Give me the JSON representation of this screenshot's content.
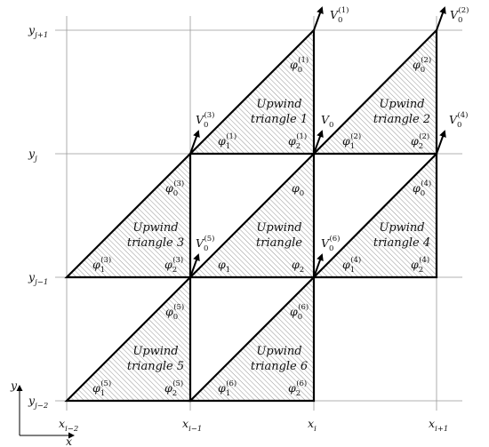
{
  "axes": {
    "x_label": "x",
    "y_label": "y",
    "x_ticks": [
      {
        "base": "x",
        "sub": "i−2"
      },
      {
        "base": "x",
        "sub": "i−1"
      },
      {
        "base": "x",
        "sub": "i"
      },
      {
        "base": "x",
        "sub": "i+1"
      }
    ],
    "y_ticks": [
      {
        "base": "y",
        "sub": "j−2"
      },
      {
        "base": "y",
        "sub": "j−1"
      },
      {
        "base": "y",
        "sub": "j"
      },
      {
        "base": "y",
        "sub": "j+1"
      }
    ]
  },
  "triangles": [
    {
      "id": "1",
      "line1": "Upwind",
      "line2": "triangle 1"
    },
    {
      "id": "2",
      "line1": "Upwind",
      "line2": "triangle 2"
    },
    {
      "id": "3",
      "line1": "Upwind",
      "line2": "triangle 3"
    },
    {
      "id": "center",
      "line1": "Upwind",
      "line2": "triangle"
    },
    {
      "id": "4",
      "line1": "Upwind",
      "line2": "triangle 4"
    },
    {
      "id": "5",
      "line1": "Upwind",
      "line2": "triangle 5"
    },
    {
      "id": "6",
      "line1": "Upwind",
      "line2": "triangle 6"
    }
  ],
  "velocities": [
    {
      "base": "V",
      "sub": "0",
      "sup": "(1)"
    },
    {
      "base": "V",
      "sub": "0",
      "sup": "(2)"
    },
    {
      "base": "V",
      "sub": "0",
      "sup": "(3)"
    },
    {
      "base": "V",
      "sub": "0",
      "sup": ""
    },
    {
      "base": "V",
      "sub": "0",
      "sup": "(4)"
    },
    {
      "base": "V",
      "sub": "0",
      "sup": "(5)"
    },
    {
      "base": "V",
      "sub": "0",
      "sup": "(6)"
    }
  ],
  "phi_labels": {
    "t1": [
      {
        "sub": "0",
        "sup": "(1)"
      },
      {
        "sub": "1",
        "sup": "(1)"
      },
      {
        "sub": "2",
        "sup": "(1)"
      }
    ],
    "t2": [
      {
        "sub": "0",
        "sup": "(2)"
      },
      {
        "sub": "1",
        "sup": "(2)"
      },
      {
        "sub": "2",
        "sup": "(2)"
      }
    ],
    "t3": [
      {
        "sub": "0",
        "sup": "(3)"
      },
      {
        "sub": "1",
        "sup": "(3)"
      },
      {
        "sub": "2",
        "sup": "(3)"
      }
    ],
    "center": [
      {
        "sub": "0",
        "sup": ""
      },
      {
        "sub": "1",
        "sup": ""
      },
      {
        "sub": "2",
        "sup": ""
      }
    ],
    "t4": [
      {
        "sub": "0",
        "sup": "(4)"
      },
      {
        "sub": "1",
        "sup": "(4)"
      },
      {
        "sub": "2",
        "sup": "(4)"
      }
    ],
    "t5": [
      {
        "sub": "0",
        "sup": "(5)"
      },
      {
        "sub": "1",
        "sup": "(5)"
      },
      {
        "sub": "2",
        "sup": "(5)"
      }
    ],
    "t6": [
      {
        "sub": "0",
        "sup": "(6)"
      },
      {
        "sub": "1",
        "sup": "(6)"
      },
      {
        "sub": "2",
        "sup": "(6)"
      }
    ]
  },
  "phi_symbol": "φ"
}
